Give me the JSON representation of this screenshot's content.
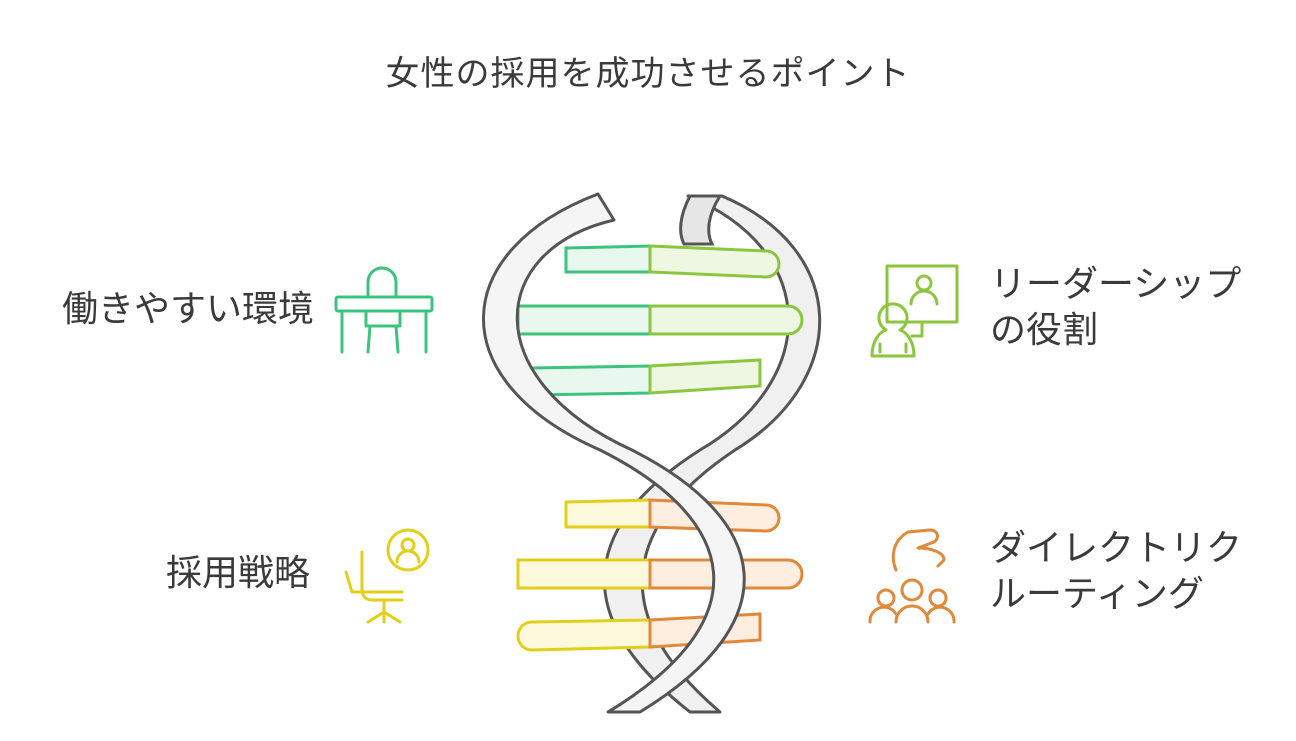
{
  "title": "女性の採用を成功させるポイント",
  "items": {
    "top_left": {
      "label": "働きやすい環境",
      "icon": "desk-chair-icon",
      "color": "#3cc47c"
    },
    "top_right": {
      "label_line1": "リーダーシップ",
      "label_line2": "の役割",
      "icon": "presenter-screen-icon",
      "color": "#8cc63f"
    },
    "bottom_left": {
      "label": "採用戦略",
      "icon": "candidate-chair-icon",
      "color": "#e2cf1a"
    },
    "bottom_right": {
      "label_line1": "ダイレクトリク",
      "label_line2": "ルーティング",
      "icon": "group-hand-icon",
      "color": "#e0893a"
    }
  }
}
